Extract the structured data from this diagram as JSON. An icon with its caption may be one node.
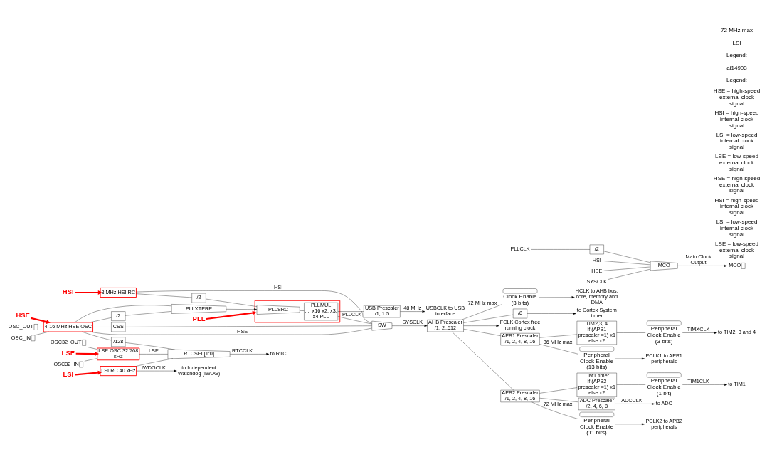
{
  "diagram": {
    "nodes": [
      {
        "text": [
          "8 MHz HSI RC"
        ]
      },
      {
        "text": [
          "HSI"
        ]
      },
      {
        "text": [
          "/2"
        ]
      },
      {
        "text": [],
        "shape": "box"
      },
      {
        "text": [
          "PLLSRC"
        ],
        "in": 3
      },
      {
        "text": [
          "PLLMUL",
          "..., x16 x2, x3, x4 PLL"
        ],
        "in": 3
      },
      {
        "text": [
          "PLL"
        ]
      },
      {
        "text": [
          "SW"
        ]
      },
      {
        "text": [
          "USB Prescaler /1, 1.5"
        ]
      },
      {
        "text": [
          "USBCLK to USB interface"
        ]
      },
      {
        "text": [
          "AHB Prescaler /1, 2..512"
        ]
      },
      {
        "text": [
          "CSS"
        ]
      },
      {
        "text": [],
        "shape": "gate",
        "beside": [
          "Clock Enable (3 bits)"
        ]
      },
      {
        "text": [
          "HCLK to AHB bus, core, memory and DMA"
        ]
      },
      {
        "text": [
          "/8"
        ]
      },
      {
        "text": [
          "to Cortex System timer"
        ]
      },
      {
        "text": [
          "FCLK Cortex free running clock"
        ]
      },
      {
        "text": [
          "APB1 Prescaler /1, 2, 4, 8, 16"
        ]
      },
      {
        "text": [],
        "shape": "gate",
        "beside": [
          "Peripheral Clock Enable (13 bits)"
        ]
      },
      {
        "text": [
          "PCLK1 to APB1 peripherals"
        ]
      },
      {
        "text": [
          "TIM2,3, 4",
          "If (APB1 prescaler =1) x1 else x2"
        ]
      },
      {
        "text": [],
        "shape": "gate",
        "beside": [
          "Peripheral Clock Enable (3 bits)"
        ]
      },
      {
        "text": [
          "to TIM2, 3 and 4"
        ]
      },
      {
        "text": [
          "APB2 Prescaler /1, 2, 4, 8, 16"
        ]
      },
      {
        "text": [],
        "shape": "gate",
        "beside": [
          "Peripheral Clock Enable (11 bits)"
        ]
      },
      {
        "text": [
          "PCLK2 to APB2 peripherals"
        ]
      },
      {
        "text": [
          "TIM1 timer",
          "If (APB2 prescaler =1) x1 else x2"
        ]
      },
      {
        "text": [],
        "shape": "gate",
        "beside": [
          "Peripheral Clock Enable (1 bit)"
        ]
      },
      {
        "text": [
          "to TIM1"
        ]
      },
      {
        "text": [
          "ADC Prescaler /2, 4, 6, 8"
        ]
      },
      {
        "text": [
          "to ADC"
        ]
      },
      {
        "text": [
          "HSE"
        ]
      },
      {
        "text": [
          "OSC_OUT"
        ]
      },
      {
        "text": [
          "OSC_IN"
        ]
      },
      {
        "text": [
          "4-16 MHz HSE OSC"
        ]
      },
      {
        "text": [
          "PLLXTPRE"
        ]
      },
      {
        "text": [
          "/2"
        ]
      },
      {
        "text": [
          "/128"
        ]
      },
      {
        "text": [
          "LSE"
        ]
      },
      {
        "text": [
          "OSC32_IN"
        ]
      },
      {
        "text": [
          "OSC32_OUT"
        ]
      },
      {
        "text": [
          "LSE OSC 32.768 kHz"
        ]
      },
      {
        "text": [
          "RTCSEL[1:0]"
        ]
      },
      {
        "text": [
          "to RTC"
        ]
      },
      {
        "text": [
          "LSI"
        ]
      },
      {
        "text": [
          "LSI RC 40 kHz"
        ]
      },
      {
        "text": [
          "to Independent Watchdog (IWDG)"
        ]
      },
      {
        "text": [
          "MCO"
        ]
      },
      {
        "text": [
          "MCO"
        ]
      },
      {
        "text": [
          "/2"
        ]
      },
      {
        "text": [
          "PLLCLK"
        ]
      },
      {
        "text": [
          "HSI"
        ]
      },
      {
        "text": [
          "HSE"
        ]
      },
      {
        "text": [
          "SYSCLK"
        ]
      }
    ],
    "edges": [
      {
        "from": 1,
        "to": 0,
        "arrow": "to",
        "style": "thick",
        "color": "#ff0000"
      },
      {
        "from": 0,
        "to": 7,
        "arrow": "none",
        "label": "HSI"
      },
      {
        "from": 0,
        "to": 2,
        "arrow": "none"
      },
      {
        "from": 2,
        "to": 4,
        "arrow": "none"
      },
      {
        "from": 6,
        "to": 3,
        "arrow": "to",
        "style": "thick",
        "color": "#ff0000"
      },
      {
        "from": 4,
        "to": 5,
        "arrow": "none"
      },
      {
        "from": 5,
        "to": 7,
        "arrow": "none",
        "label": "PLLCLK"
      },
      {
        "from": 5,
        "to": 8,
        "arrow": "none"
      },
      {
        "from": 8,
        "to": 9,
        "arrow": "to",
        "label": "48 MHz"
      },
      {
        "from": 34,
        "to": 7,
        "arrow": "none",
        "label": "HSE"
      },
      {
        "from": 34,
        "to": 11,
        "arrow": "none"
      },
      {
        "from": 11,
        "to": 7,
        "arrow": "none"
      },
      {
        "from": 7,
        "to": 10,
        "arrow": "to",
        "label": "SYSCLK"
      },
      {
        "from": 10,
        "to": 12,
        "arrow": "none",
        "label": "72 MHz max"
      },
      {
        "from": 12,
        "to": 13,
        "arrow": "to"
      },
      {
        "from": 10,
        "to": 14,
        "arrow": "none"
      },
      {
        "from": 14,
        "to": 15,
        "arrow": "to"
      },
      {
        "from": 10,
        "to": 16,
        "arrow": "to"
      },
      {
        "from": 10,
        "to": 17,
        "arrow": "none"
      },
      {
        "from": 17,
        "to": 18,
        "arrow": "none",
        "label": "36 MHz max"
      },
      {
        "from": 18,
        "to": 19,
        "arrow": "to"
      },
      {
        "from": 17,
        "to": 20,
        "arrow": "none"
      },
      {
        "from": 20,
        "to": 21,
        "arrow": "none"
      },
      {
        "from": 21,
        "to": 22,
        "arrow": "to",
        "label": "TIMXCLK"
      },
      {
        "from": 10,
        "to": 23,
        "arrow": "none"
      },
      {
        "from": 23,
        "to": 24,
        "arrow": "none",
        "label": "72 MHz max"
      },
      {
        "from": 24,
        "to": 25,
        "arrow": "to"
      },
      {
        "from": 23,
        "to": 26,
        "arrow": "none"
      },
      {
        "from": 26,
        "to": 27,
        "arrow": "none"
      },
      {
        "from": 27,
        "to": 28,
        "arrow": "to",
        "label": "TIM1CLK"
      },
      {
        "from": 23,
        "to": 29,
        "arrow": "none"
      },
      {
        "from": 29,
        "to": 30,
        "arrow": "to",
        "label": "ADCCLK"
      },
      {
        "from": 31,
        "to": 34,
        "arrow": "to",
        "style": "thick",
        "color": "#ff0000"
      },
      {
        "from": 32,
        "to": 34,
        "arrow": "none"
      },
      {
        "from": 33,
        "to": 34,
        "arrow": "none"
      },
      {
        "from": 34,
        "to": 35,
        "arrow": "none"
      },
      {
        "from": 34,
        "to": 36,
        "arrow": "none"
      },
      {
        "from": 36,
        "to": 35,
        "arrow": "none"
      },
      {
        "from": 35,
        "to": 4,
        "arrow": "to"
      },
      {
        "from": 34,
        "to": 37,
        "arrow": "none"
      },
      {
        "from": 37,
        "to": 42,
        "arrow": "none"
      },
      {
        "from": 38,
        "to": 41,
        "arrow": "to",
        "style": "thick",
        "color": "#ff0000"
      },
      {
        "from": 39,
        "to": 41,
        "arrow": "none"
      },
      {
        "from": 40,
        "to": 41,
        "arrow": "none"
      },
      {
        "from": 41,
        "to": 42,
        "arrow": "none",
        "label": "LSE"
      },
      {
        "from": 42,
        "to": 43,
        "arrow": "to",
        "label": "RTCCLK"
      },
      {
        "from": 44,
        "to": 45,
        "arrow": "to",
        "style": "thick",
        "color": "#ff0000"
      },
      {
        "from": 45,
        "to": 42,
        "arrow": "none"
      },
      {
        "from": 45,
        "to": 46,
        "arrow": "to",
        "label": "IWDGCLK"
      },
      {
        "from": 48,
        "to": 47,
        "arrow": "to",
        "label": "Main Clock Output"
      },
      {
        "from": 49,
        "to": 48,
        "arrow": "none"
      },
      {
        "from": 50,
        "to": 49,
        "arrow": "none"
      },
      {
        "from": 51,
        "to": 48,
        "arrow": "none"
      },
      {
        "from": 52,
        "to": 48,
        "arrow": "none"
      },
      {
        "from": 53,
        "to": 48,
        "arrow": "none"
      }
    ],
    "labels": [
      "72 MHz max",
      "LSI",
      "Legend:",
      "ai14903",
      "Legend:"
    ],
    "legend": [
      {
        "text": "HSE = high-speed external clock signal"
      },
      {
        "text": "HSI = high-speed internal clock signal"
      },
      {
        "text": "LSI = low-speed internal clock signal"
      },
      {
        "text": "LSE = low-speed external clock signal"
      },
      {
        "text": "HSE = high-speed external clock signal"
      },
      {
        "text": "HSI = high-speed internal clock signal"
      },
      {
        "text": "LSI = low-speed internal clock signal"
      },
      {
        "text": "LSE = low-speed external clock signal"
      }
    ]
  }
}
